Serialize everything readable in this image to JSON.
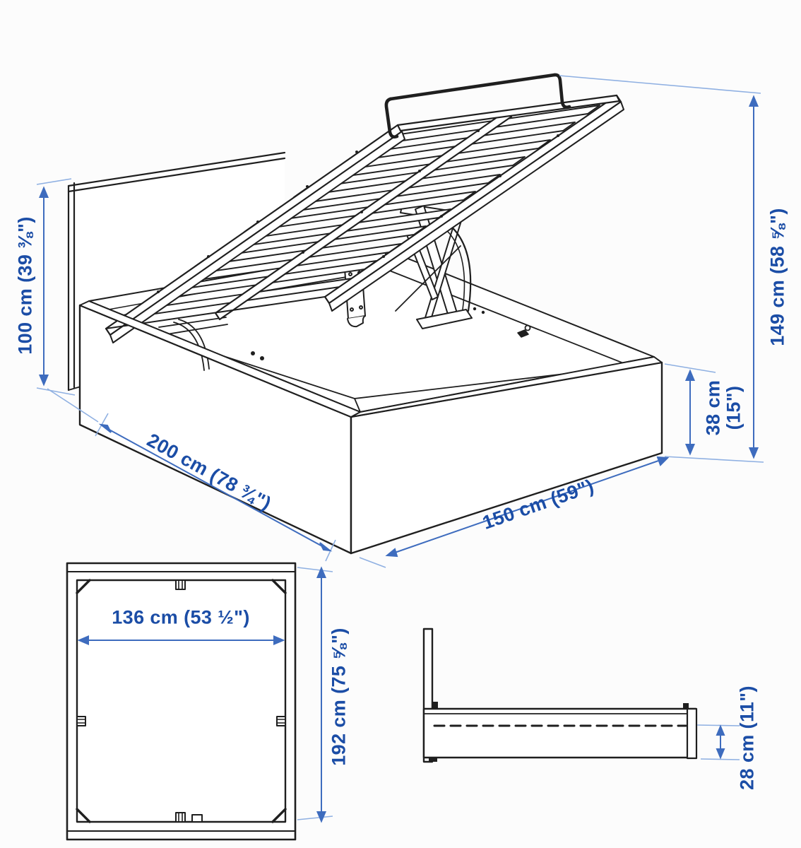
{
  "diagram": {
    "kind": "product-dimension-drawing",
    "subject": "lift-up storage bed with slatted base (3D view, top view, side view)"
  },
  "dims": {
    "headboard_height": "100 cm (39 ⅜\")",
    "open_height": "149 cm (58 ⅝\")",
    "base_height_cm": "38 cm",
    "base_height_in": "(15\")",
    "bed_length": "200 cm (78 ¾\")",
    "bed_width": "150 cm (59\")",
    "inner_width": "136 cm (53 ½\")",
    "inner_length": "192 cm (75 ⅝\")",
    "storage_depth": "28 cm (11\")"
  },
  "colors": {
    "dimension_text": "#1b4da6",
    "dimension_arrow": "#3e6cbe",
    "extension_line": "#8fb0e2",
    "drawing_line": "#1f1f1f",
    "background": "#fcfcfc"
  }
}
